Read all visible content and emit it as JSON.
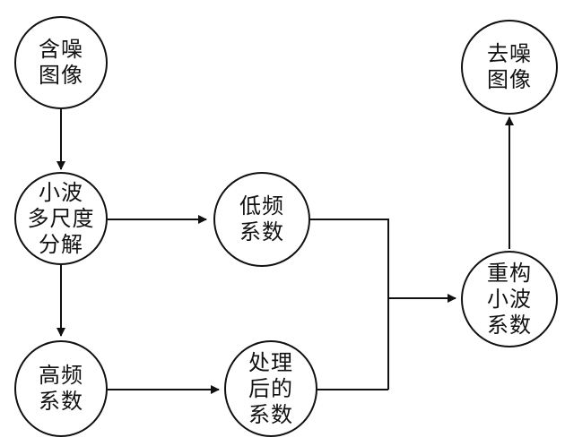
{
  "diagram": {
    "nodes": {
      "noisy_image": {
        "lines": [
          "含噪",
          "图像"
        ]
      },
      "wavelet_decomp": {
        "lines": [
          "小波",
          "多尺度",
          "分解"
        ]
      },
      "low_freq": {
        "lines": [
          "低频",
          "系数"
        ]
      },
      "high_freq": {
        "lines": [
          "高频",
          "系数"
        ]
      },
      "processed": {
        "lines": [
          "处理",
          "后的",
          "系数"
        ]
      },
      "reconstruct": {
        "lines": [
          "重构",
          "小波",
          "系数"
        ]
      },
      "denoised_image": {
        "lines": [
          "去噪",
          "图像"
        ]
      }
    },
    "colors": {
      "stroke": "#111111",
      "background": "#ffffff"
    }
  }
}
